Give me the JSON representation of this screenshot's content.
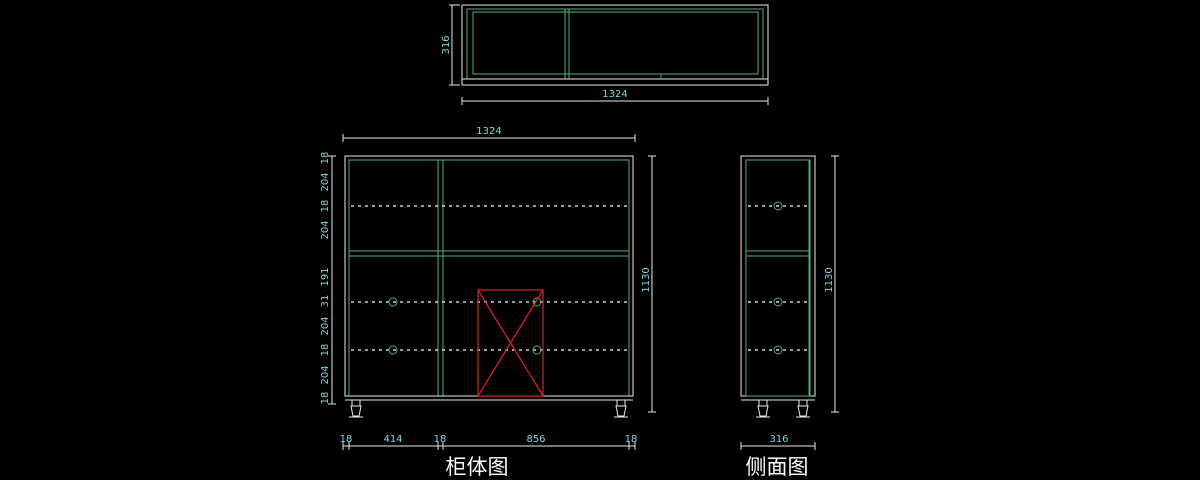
{
  "top_view": {
    "depth_label": "316",
    "width_label": "1324"
  },
  "front_view": {
    "caption": "柜体图",
    "width_label": "1324",
    "height_label": "1130",
    "left_dims": [
      "18",
      "204",
      "18",
      "204",
      "191",
      "31",
      "204",
      "18",
      "204",
      "18"
    ],
    "bottom_dims": [
      "18",
      "414",
      "18",
      "856",
      "18"
    ]
  },
  "side_view": {
    "caption": "侧面图",
    "height_label": "1130",
    "depth_label": "316"
  }
}
